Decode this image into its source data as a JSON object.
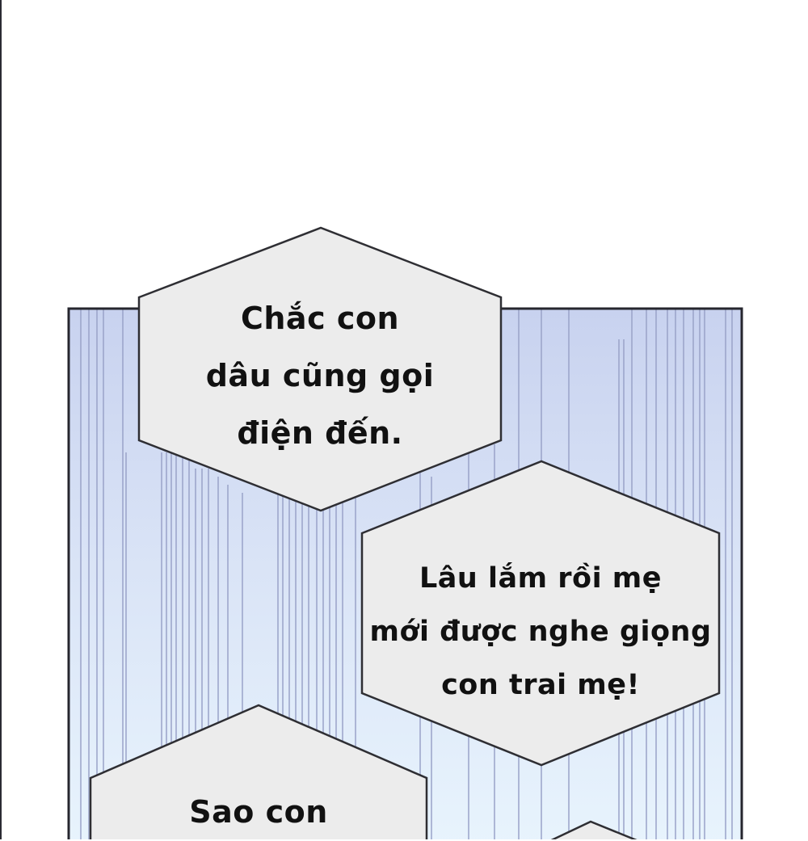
{
  "page": {
    "type": "comic-panel",
    "background": "#ffffff",
    "edge_color": "#2b2b33"
  },
  "panel": {
    "border_color": "#26262e",
    "gradient_top": "#c8d2ef",
    "gradient_bottom": "#e8f4fd",
    "speed_line_color": "#9aa3c9"
  },
  "bubbles": [
    {
      "shape": "hexagon",
      "fill": "#ececec",
      "lines": [
        "Chắc con",
        "dâu cũng gọi",
        "điện đến."
      ]
    },
    {
      "shape": "hexagon",
      "fill": "#ececec",
      "lines": [
        "Lâu lắm rồi mẹ",
        "mới được nghe giọng",
        "con trai mẹ!"
      ]
    },
    {
      "shape": "hexagon",
      "fill": "#ececec",
      "lines": [
        "Sao con"
      ]
    },
    {
      "shape": "hexagon",
      "fill": "#ececec",
      "lines": []
    }
  ]
}
